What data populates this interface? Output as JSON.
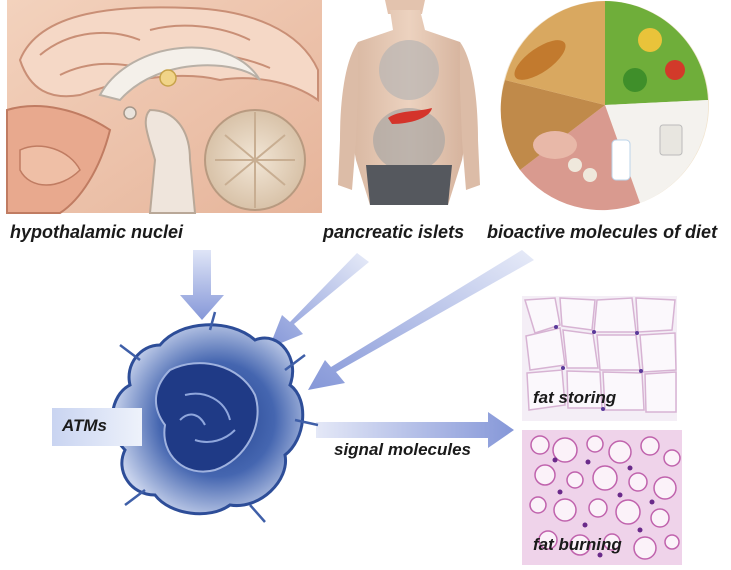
{
  "labels": {
    "hypothalamic": "hypothalamic nuclei",
    "pancreatic": "pancreatic islets",
    "diet": "bioactive molecules of diet",
    "atms": "ATMs",
    "signal": "signal molecules",
    "fat_storing": "fat storing",
    "fat_burning": "fat burning"
  },
  "colors": {
    "arrow": "#8f9fdc",
    "cell": "#3f5fa8",
    "cell_dark": "#203f8c",
    "tissue_stain": "#c060b0"
  }
}
